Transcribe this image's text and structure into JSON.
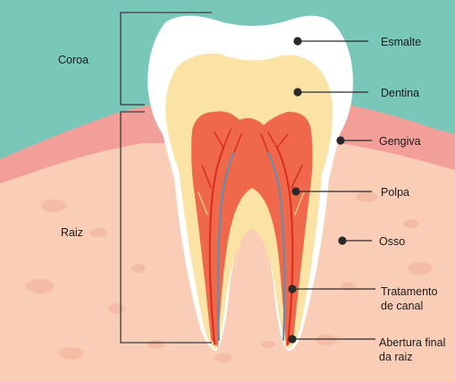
{
  "diagram": {
    "regions": {
      "crown": "Coroa",
      "root": "Raiz"
    },
    "labels": {
      "enamel": "Esmalte",
      "dentin": "Dentina",
      "gum": "Gengiva",
      "pulp": "Polpa",
      "bone": "Osso",
      "canal_line1": "Tratamento",
      "canal_line2": "de canal",
      "apex_line1": "Abertura final",
      "apex_line2": "da raiz"
    },
    "colors": {
      "background": "#78c7b8",
      "gum": "#f29f9a",
      "bone": "#f9cdb6",
      "enamel": "#ffffff",
      "dentin": "#fbe3a6",
      "pulp": "#f0684a",
      "nerve": "#d92b1f",
      "vein": "#5a8fb5"
    }
  }
}
